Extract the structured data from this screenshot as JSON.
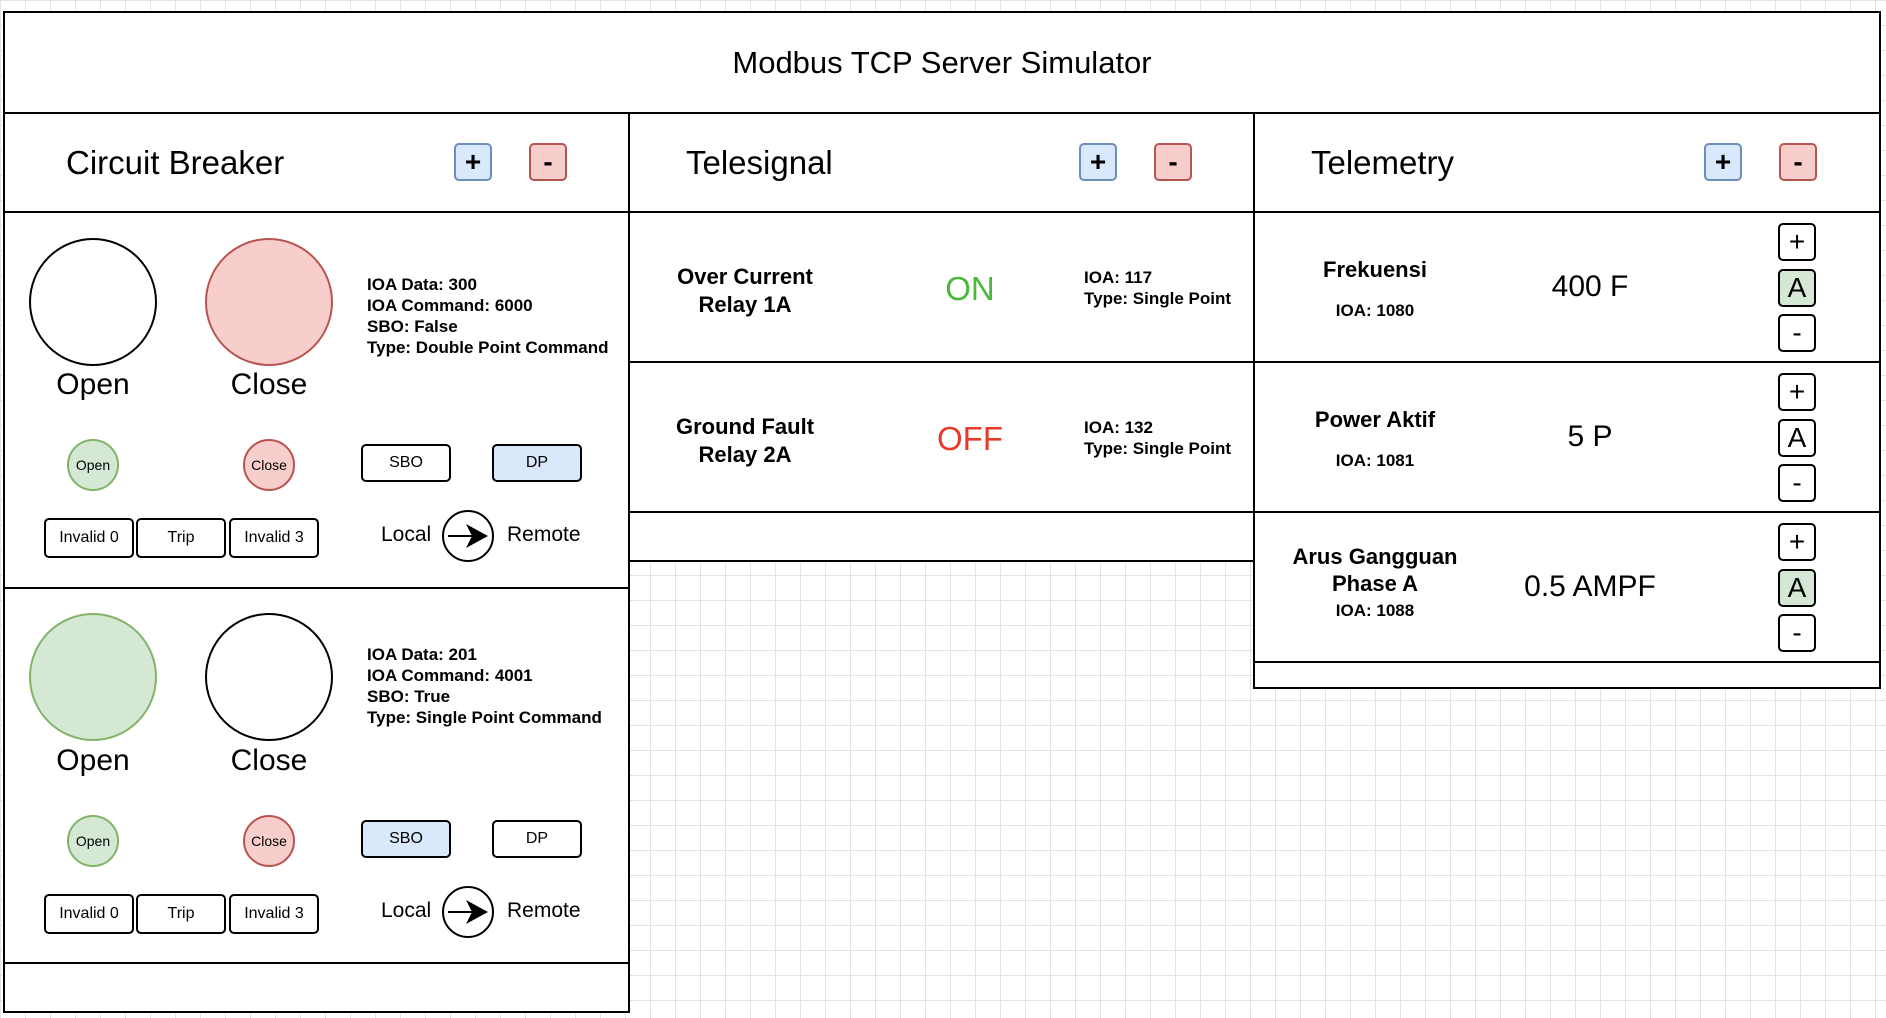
{
  "header": {
    "title": "Modbus TCP Server Simulator"
  },
  "colors": {
    "open_green": "#d5e8d4",
    "close_red": "#f8cecc",
    "active_blue": "#dae8fc",
    "state_on": "#4ab83a",
    "state_off": "#e83a2a"
  },
  "panels": {
    "circuit_breaker": {
      "title": "Circuit Breaker",
      "add_label": "+",
      "remove_label": "-"
    },
    "telesignal": {
      "title": "Telesignal",
      "add_label": "+",
      "remove_label": "-"
    },
    "telemetry": {
      "title": "Telemetry",
      "add_label": "+",
      "remove_label": "-"
    }
  },
  "breakers": [
    {
      "open_label": "Open",
      "close_label": "Close",
      "lit": "close",
      "info": [
        "IOA Data: 300",
        "IOA Command: 6000",
        "SBO: False",
        "Type: Double Point Command"
      ],
      "open_btn": "Open",
      "close_btn": "Close",
      "sbo_btn": "SBO",
      "dp_btn": "DP",
      "active_mode": "DP",
      "invalid0": "Invalid 0",
      "trip": "Trip",
      "invalid3": "Invalid 3",
      "local": "Local",
      "remote": "Remote"
    },
    {
      "open_label": "Open",
      "close_label": "Close",
      "lit": "open",
      "info": [
        "IOA Data: 201",
        "IOA Command: 4001",
        "SBO: True",
        "Type: Single Point Command"
      ],
      "open_btn": "Open",
      "close_btn": "Close",
      "sbo_btn": "SBO",
      "dp_btn": "DP",
      "active_mode": "SBO",
      "invalid0": "Invalid 0",
      "trip": "Trip",
      "invalid3": "Invalid 3",
      "local": "Local",
      "remote": "Remote"
    }
  ],
  "telesignals": [
    {
      "name_line1": "Over Current",
      "name_line2": "Relay 1A",
      "state": "ON",
      "ioa": "IOA: 117",
      "type": "Type: Single Point"
    },
    {
      "name_line1": "Ground Fault",
      "name_line2": "Relay 2A",
      "state": "OFF",
      "ioa": "IOA: 132",
      "type": "Type: Single Point"
    }
  ],
  "telemetry_items": [
    {
      "name_line1": "Frekuensi",
      "name_line2": "",
      "ioa": "IOA: 1080",
      "value": "400 F",
      "inc": "+",
      "auto": "A",
      "auto_active": true,
      "dec": "-"
    },
    {
      "name_line1": "Power Aktif",
      "name_line2": "",
      "ioa": "IOA: 1081",
      "value": "5 P",
      "inc": "+",
      "auto": "A",
      "auto_active": false,
      "dec": "-"
    },
    {
      "name_line1": "Arus Gangguan",
      "name_line2": "Phase A",
      "ioa": "IOA: 1088",
      "value": "0.5 AMPF",
      "inc": "+",
      "auto": "A",
      "auto_active": true,
      "dec": "-"
    }
  ]
}
